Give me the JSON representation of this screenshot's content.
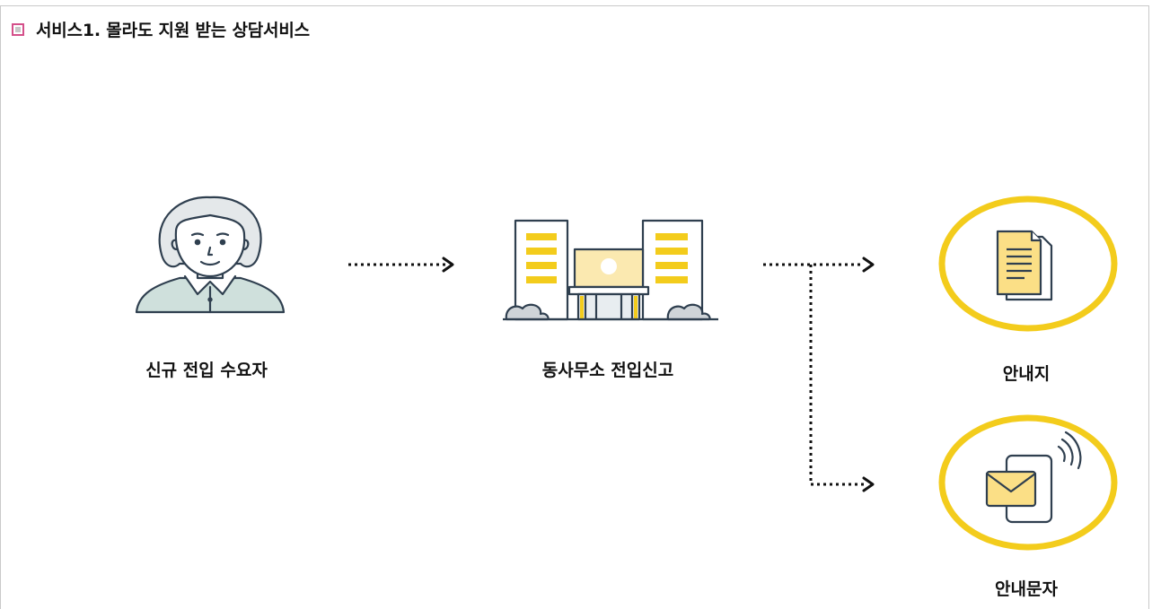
{
  "header": {
    "title": "서비스1. 몰라도 지원 받는 상담서비스"
  },
  "nodes": {
    "person_label": "신규 전입 수요자",
    "office_label": "동사무소 전입신고",
    "notice_label": "안내지",
    "sms_label": "안내문자"
  },
  "colors": {
    "accent_yellow": "#f3cc1c",
    "bullet_pink": "#d4508a",
    "person_shirt": "#cfe0dc",
    "person_hair": "#e4e8ea"
  }
}
